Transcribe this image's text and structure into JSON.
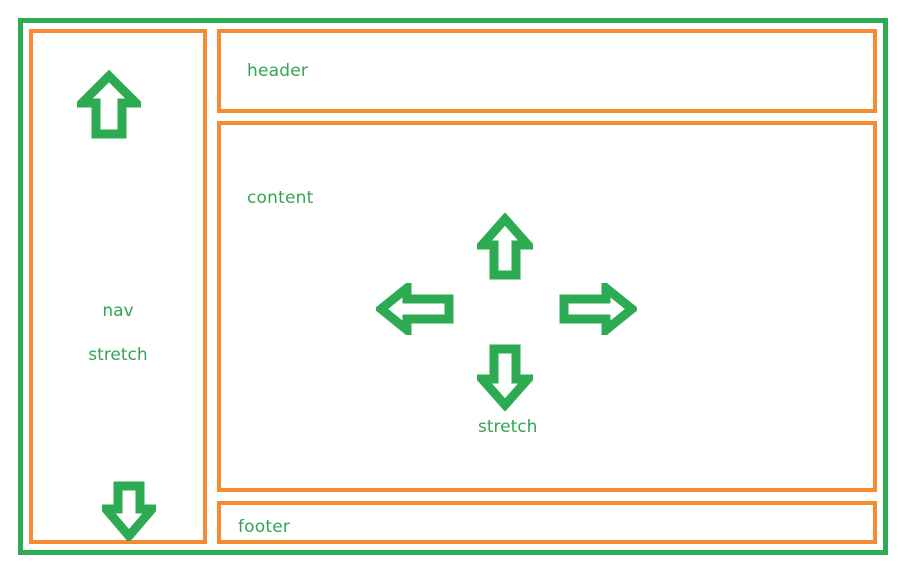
{
  "diagram": {
    "title": "flexbox-stretch-layout",
    "colors": {
      "outer_border": "#2cab52",
      "box_border": "#f58a31",
      "label_text": "#35a355",
      "arrow_stroke": "#2cab52",
      "background": "#ffffff"
    }
  },
  "nav": {
    "label": "nav",
    "stretch_label": "stretch",
    "arrow_up": "arrow-up-icon",
    "arrow_down": "arrow-down-icon"
  },
  "header": {
    "label": "header"
  },
  "content": {
    "label": "content",
    "stretch_label": "stretch",
    "arrow_up": "arrow-up-icon",
    "arrow_down": "arrow-down-icon",
    "arrow_left": "arrow-left-icon",
    "arrow_right": "arrow-right-icon"
  },
  "footer": {
    "label": "footer"
  }
}
